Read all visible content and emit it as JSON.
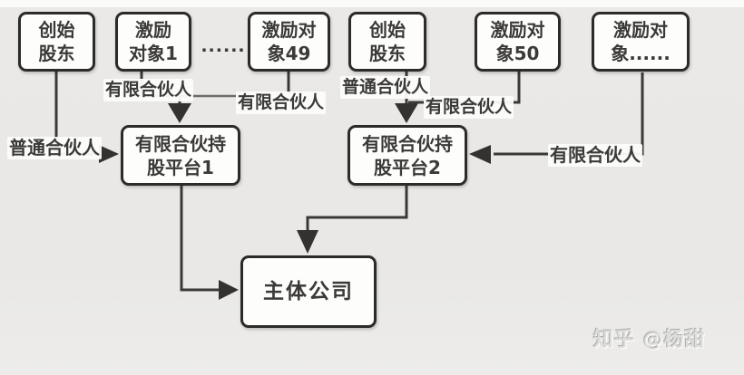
{
  "diagram_title_hint": "equity-incentive-structure-flowchart",
  "colors": {
    "background": "#e9e8e6",
    "box_fill": "#fdfdfc",
    "box_border": "#2d2b2a",
    "line": "#3b3937",
    "text": "#3b3a38",
    "label_bg": "#fcfcfb",
    "watermark": "#dddddb"
  },
  "nodes": {
    "founder1": {
      "line1": "创始",
      "line2": "股东"
    },
    "incentive1": {
      "line1": "激励",
      "line2": "对象1"
    },
    "incentive49": {
      "line1": "激励对",
      "line2": "象49"
    },
    "founder2": {
      "line1": "创始",
      "line2": "股东"
    },
    "incentive50": {
      "line1": "激励对",
      "line2": "象50"
    },
    "incentiveN": {
      "line1": "激励对",
      "line2": "象......"
    },
    "platform1": {
      "line1": "有限合伙持",
      "line2": "股平台1"
    },
    "platform2": {
      "line1": "有限合伙持",
      "line2": "股平台2"
    },
    "main": {
      "label": "主体公司"
    }
  },
  "ellipsis": "......",
  "edge_labels": {
    "gp_founder1": "普通合伙人",
    "lp_incentive1": "有限合伙人",
    "lp_incentive49": "有限合伙人",
    "gp_founder2": "普通合伙人",
    "lp_incentive50": "有限合伙人",
    "lp_incentiveN": "有限合伙人"
  },
  "watermark": "知乎 @杨甜"
}
